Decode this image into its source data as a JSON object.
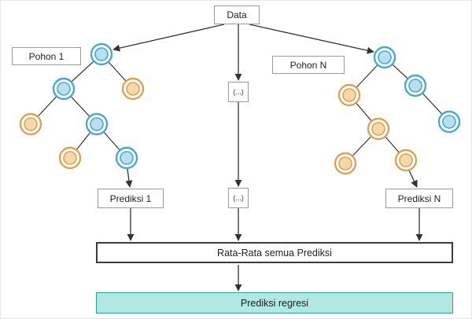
{
  "diagram": {
    "labels": {
      "data": "Data",
      "tree1": "Pohon 1",
      "treeN": "Pohon N",
      "ellipsis_mid": "(...)",
      "ellipsis_pred": "(...)",
      "prediction1": "Prediksi 1",
      "predictionN": "Prediksi N",
      "average": "Rata-Rata semua Prediksi",
      "result": "Prediksi regresi"
    },
    "colors": {
      "node_blue_fill": "#b8e0f0",
      "node_blue_stroke": "#49a8cc",
      "node_orange_fill": "#f7d9a8",
      "node_orange_stroke": "#dba157",
      "result_fill": "#b2e8e4",
      "result_stroke": "#2e9e9a",
      "box_stroke": "#9a9a9a",
      "strong_stroke": "#3c3c3c",
      "line": "#333333",
      "background": "#ffffff"
    }
  }
}
